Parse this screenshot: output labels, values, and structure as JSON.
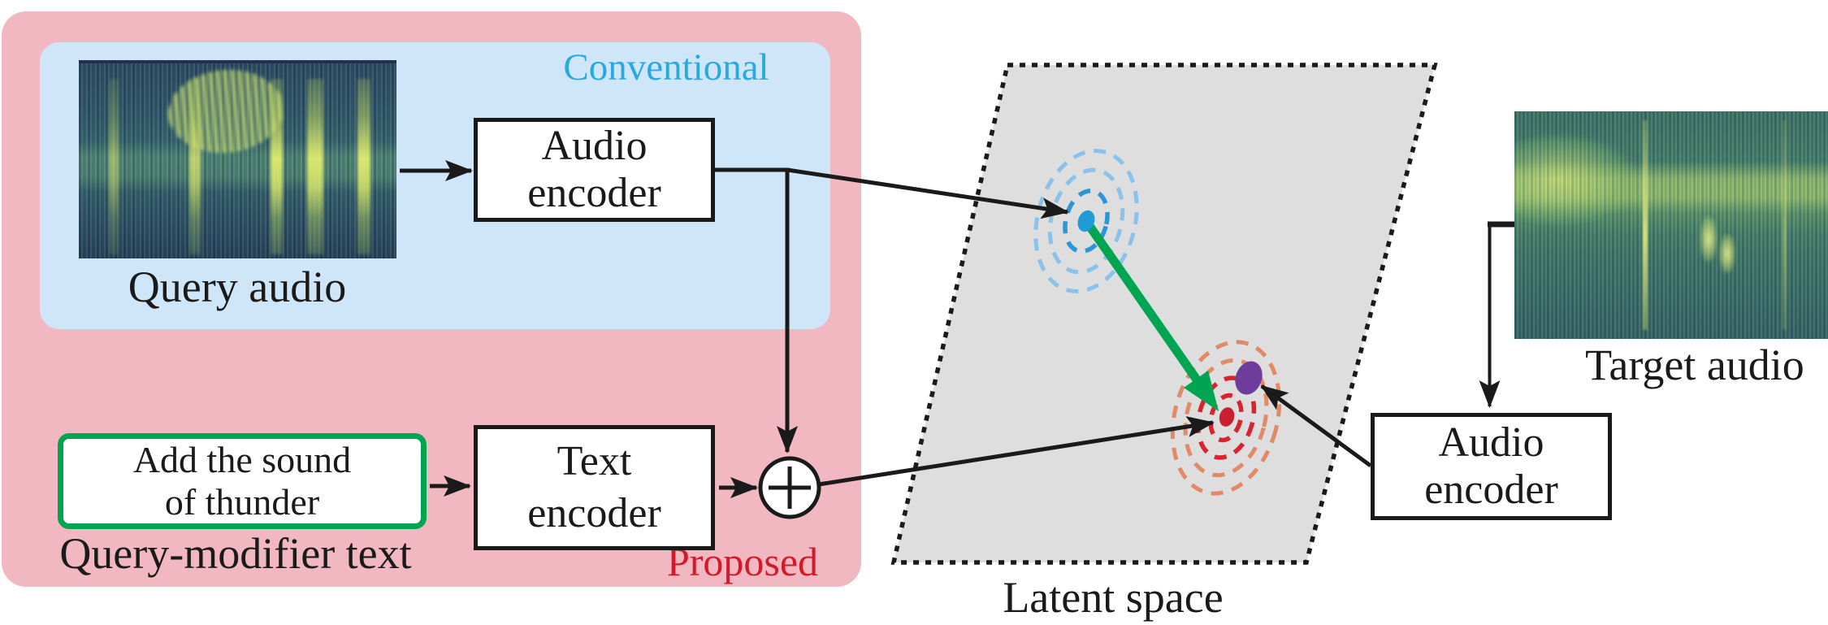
{
  "figure": {
    "conventional_label": "Conventional",
    "proposed_label": "Proposed",
    "latent_space_label": "Latent space",
    "query_audio_label": "Query audio",
    "target_audio_label": "Target audio",
    "query_modifier_label": "Query-modifier text",
    "query_modifier_text": {
      "line1": "Add the sound",
      "line2": "of thunder"
    },
    "audio_encoder_left": {
      "line1": "Audio",
      "line2": "encoder"
    },
    "text_encoder": {
      "line1": "Text",
      "line2": "encoder"
    },
    "audio_encoder_right": {
      "line1": "Audio",
      "line2": "encoder"
    },
    "colors": {
      "conventional_text": "#29A9E1",
      "proposed_text": "#D31A2B",
      "conventional_bg": "#CFE6F8",
      "proposed_bg": "#F1B8C1",
      "latent_plane_bg": "#DEDEDE",
      "modifier_box_border": "#00A551",
      "green_arrow": "#00A551",
      "query_dot": "#1F9CD8",
      "modified_dot": "#CC1F2E",
      "target_dot": "#6E3D9B",
      "query_ring_inner": "#2E96D6",
      "query_ring_outer": "#8BC2E9",
      "modified_ring_inner": "#D8242F",
      "modified_ring_outer": "#E08A67",
      "line_color": "#1A1A1A"
    }
  }
}
